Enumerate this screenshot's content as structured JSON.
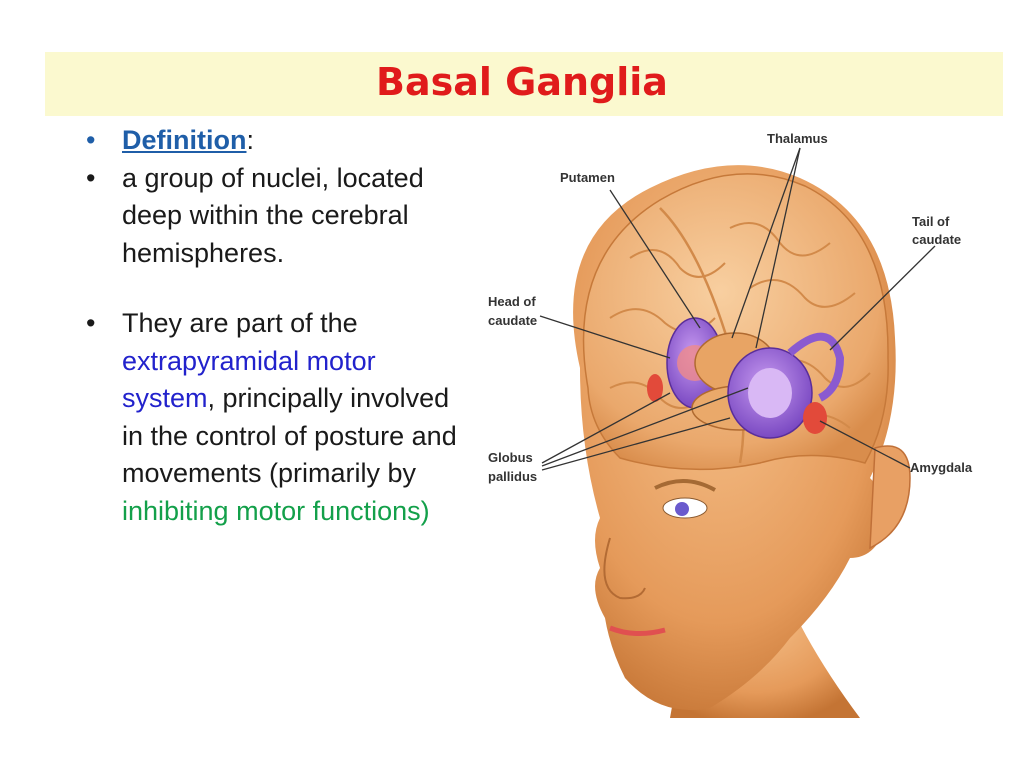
{
  "slide": {
    "title": "Basal Ganglia"
  },
  "bullets": {
    "definition_label": "Definition",
    "definition_colon": ":",
    "text2": "a group of nuclei, located deep within the cerebral hemispheres.",
    "text3_part1": "They are part of the ",
    "text3_blue": "extrapyramidal  motor system",
    "text3_part2": ", principally involved in the control of posture and movements (primarily by ",
    "text3_green": "inhibiting motor functions)"
  },
  "figure": {
    "labels": {
      "thalamus": "Thalamus",
      "putamen": "Putamen",
      "tail_of_caudate_1": "Tail of",
      "tail_of_caudate_2": "caudate",
      "head_of_caudate_1": "Head of",
      "head_of_caudate_2": "caudate",
      "globus_pallidus_1": "Globus",
      "globus_pallidus_2": "pallidus",
      "amygdala": "Amygdala"
    }
  },
  "colors": {
    "title": "#e01b1b",
    "title_band": "#fbf9cf",
    "definition": "#1f5ea8",
    "extrapyramidal": "#2222cc",
    "inhibiting": "#13a04a"
  }
}
